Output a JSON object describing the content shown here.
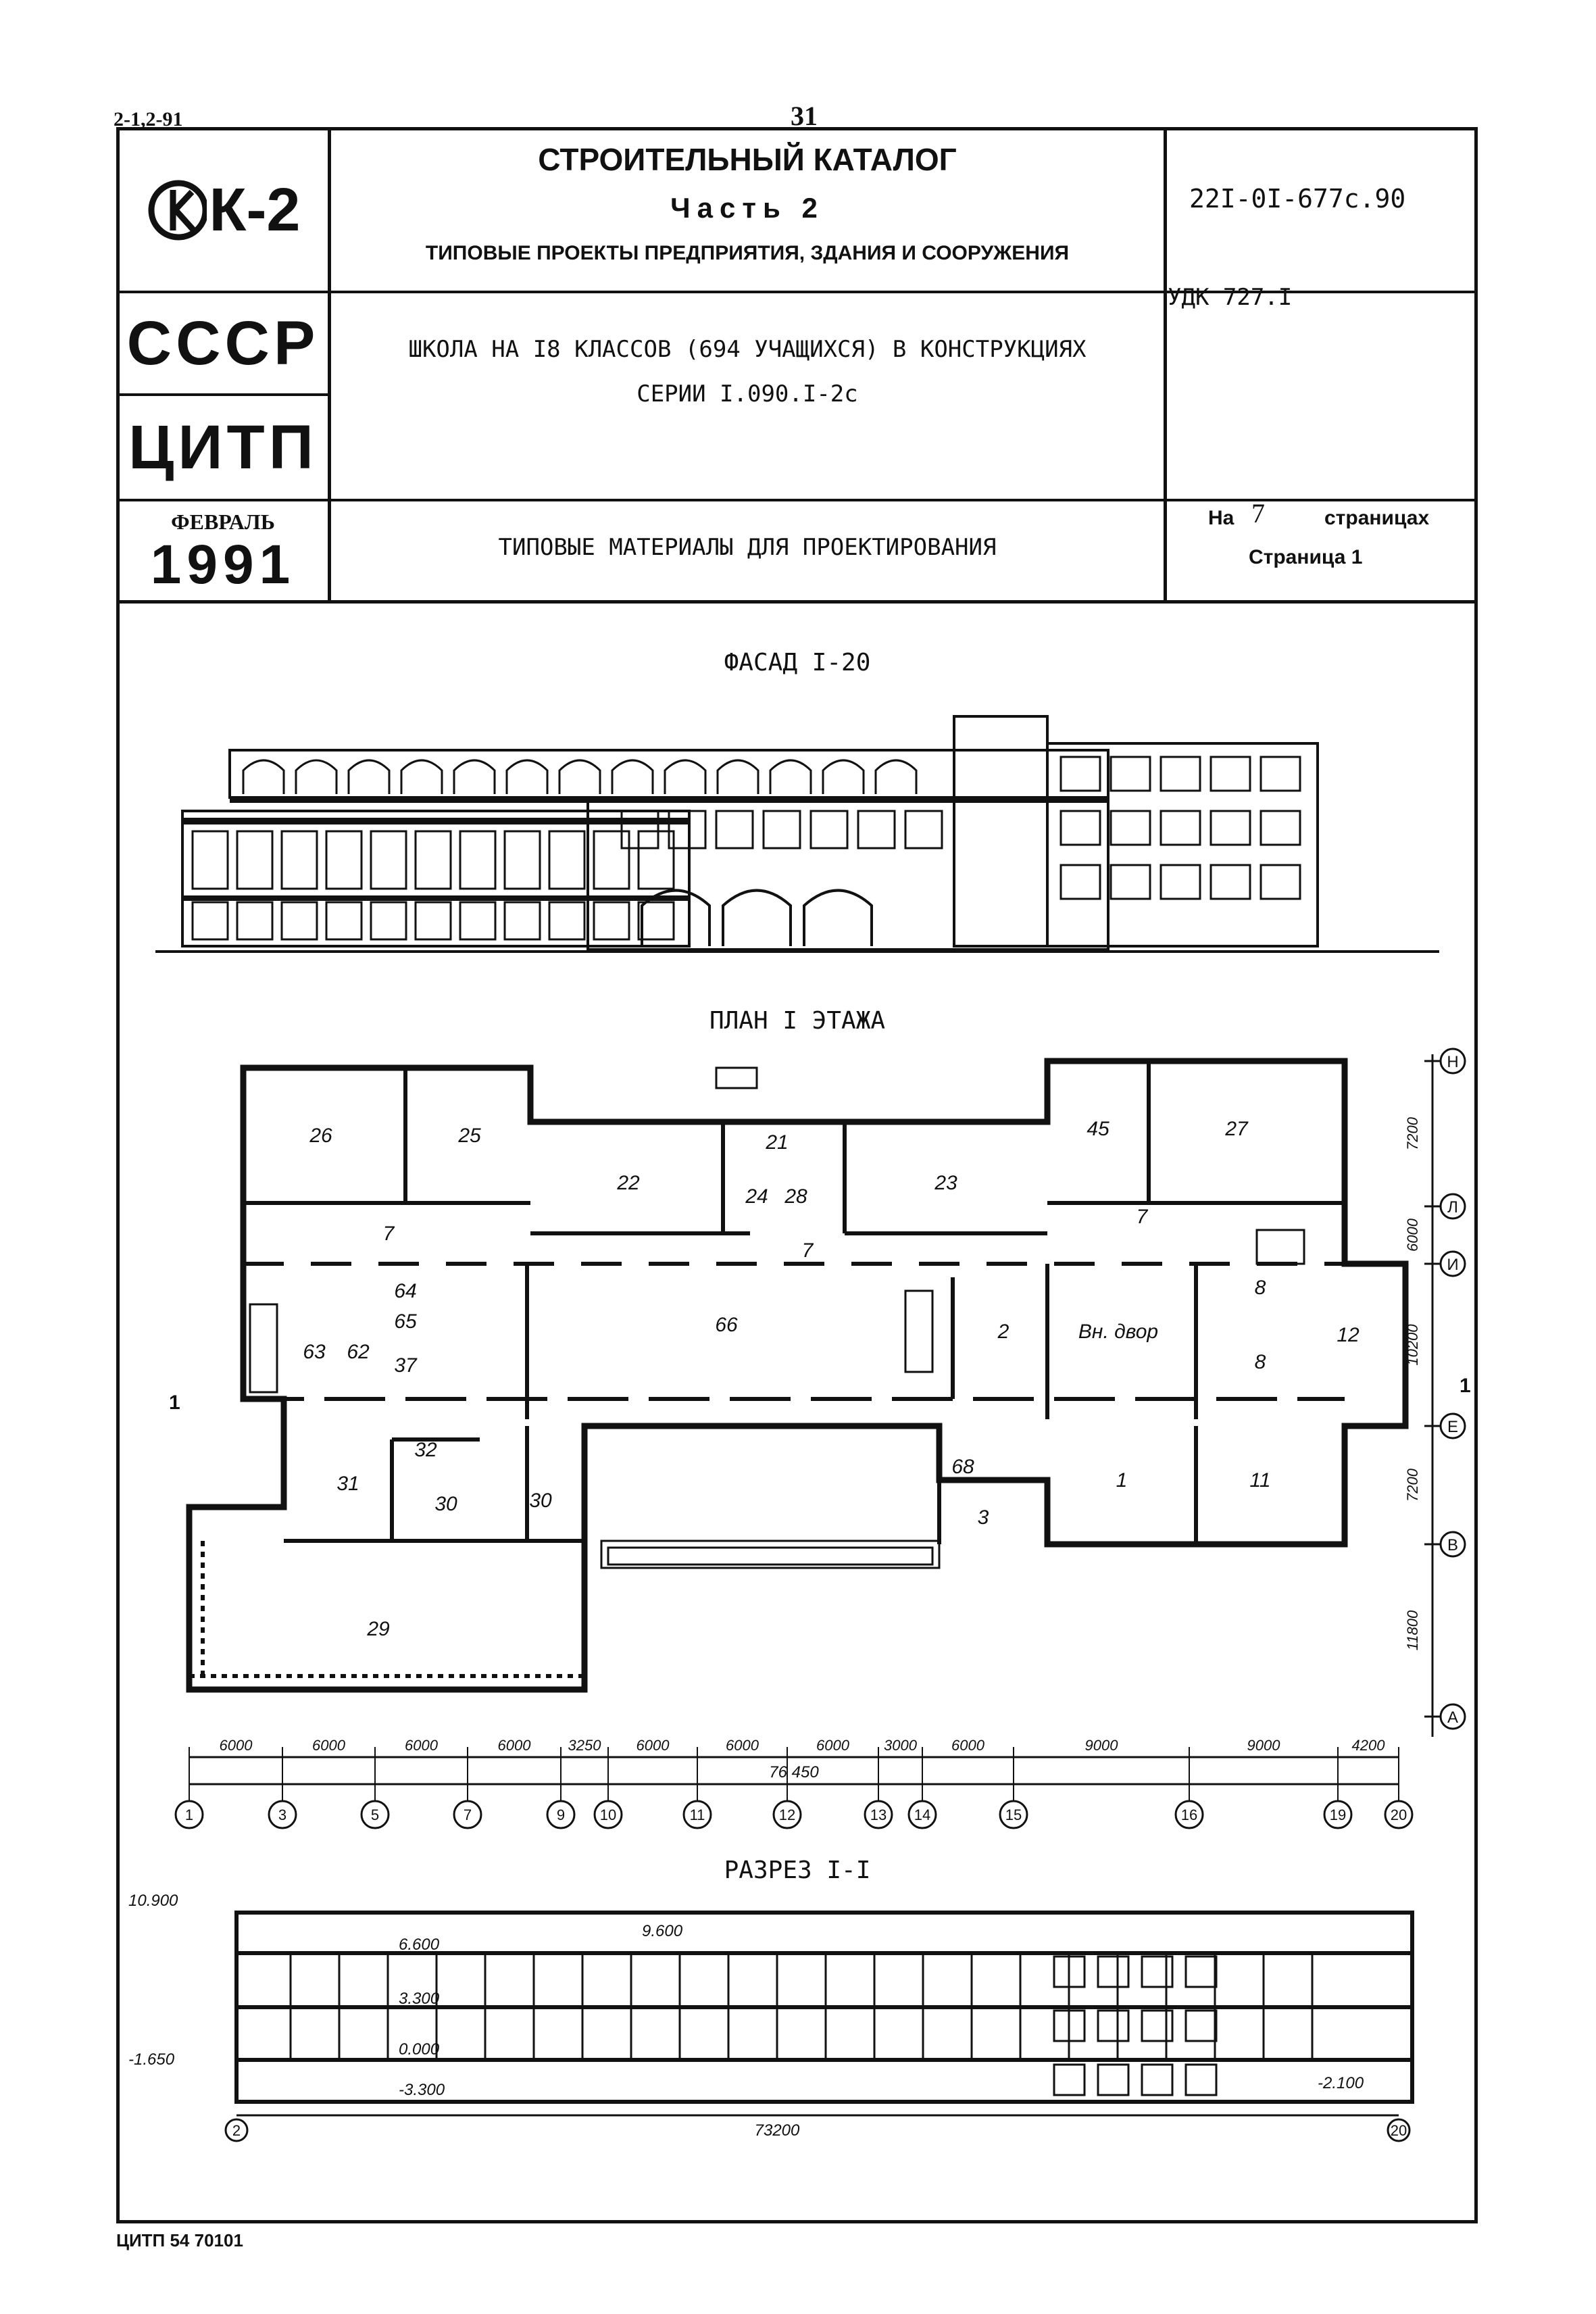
{
  "top": {
    "series_code": "2-1,2-91",
    "page_number": "31"
  },
  "header": {
    "logo_text": "К-2",
    "country": "СССР",
    "org": "ЦИТП",
    "month": "ФЕВРАЛЬ",
    "year": "1991",
    "catalog_title": "СТРОИТЕЛЬНЫЙ КАТАЛОГ",
    "part": "Часть 2",
    "part_subtitle": "ТИПОВЫЕ ПРОЕКТЫ ПРЕДПРИЯТИЯ, ЗДАНИЯ И СООРУЖЕНИЯ",
    "project_code": "22I-0I-677с.90",
    "udk": "УДК 727.I",
    "project_title_line1": "ШКОЛА НА I8 КЛАССОВ (694 УЧАЩИХСЯ) В КОНСТРУКЦИЯХ",
    "project_title_line2": "СЕРИИ I.090.I-2с",
    "materials": "ТИПОВЫЕ МАТЕРИАЛЫ ДЛЯ ПРОЕКТИРОВАНИЯ",
    "pages_prefix": "На",
    "pages_count": "7",
    "pages_suffix": "страницах",
    "page_label": "Страница 1"
  },
  "facade": {
    "title": "ФАСАД I-20"
  },
  "plan": {
    "title": "ПЛАН I ЭТАЖА",
    "rooms": [
      "26",
      "25",
      "22",
      "21",
      "23",
      "45",
      "27",
      "24",
      "28",
      "7",
      "7",
      "7",
      "64",
      "65",
      "63",
      "62",
      "37",
      "66",
      "2",
      "Вн. двор",
      "8",
      "8",
      "12",
      "32",
      "31",
      "30",
      "30",
      "68",
      "3",
      "1",
      "11",
      "29"
    ],
    "section_mark": "1",
    "axes_right": [
      "Н",
      "Л",
      "И",
      "Е",
      "В",
      "А"
    ],
    "dims_right": [
      "7200",
      "6000",
      "10200",
      "7200",
      "11800"
    ],
    "dims_bottom": [
      "6000",
      "6000",
      "6000",
      "6000",
      "3250",
      "6000",
      "6000",
      "6000",
      "3000",
      "6000",
      "9000",
      "9000",
      "4200"
    ],
    "total_length": "76 450",
    "axes_bottom": [
      "1",
      "3",
      "5",
      "7",
      "9",
      "10",
      "11",
      "12",
      "13",
      "14",
      "15",
      "16",
      "19",
      "20"
    ]
  },
  "section": {
    "title": "РАЗРЕЗ I-I",
    "levels": [
      "10.900",
      "9.600",
      "6.600",
      "3.300",
      "0.000",
      "-3.300",
      "-1.650",
      "-2.100"
    ],
    "total_length": "73200",
    "axis_left": "2",
    "axis_right": "20"
  },
  "footer": {
    "code": "ЦИТП 54 70101"
  }
}
